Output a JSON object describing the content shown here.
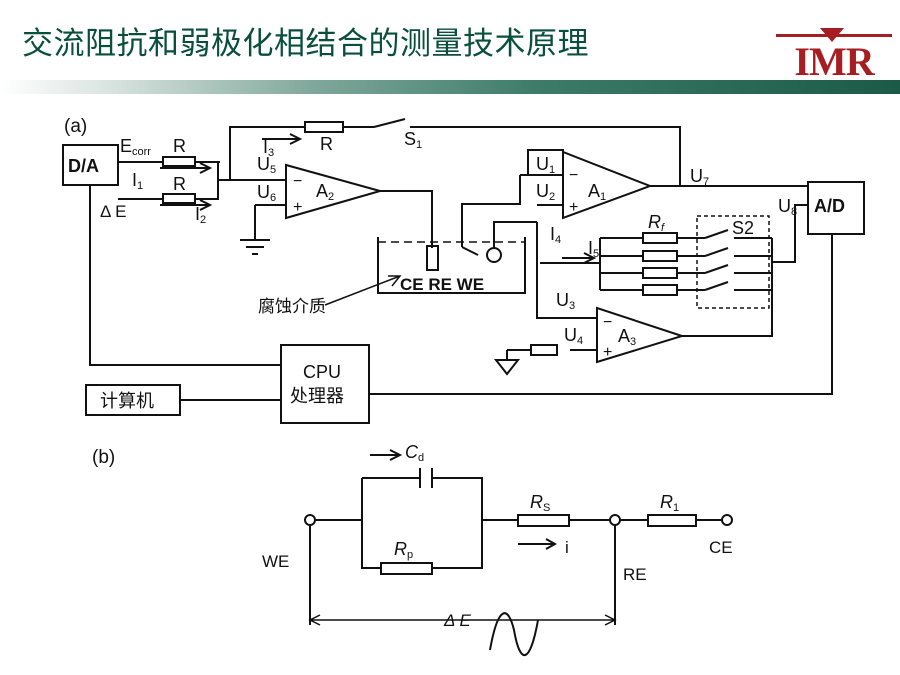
{
  "title": "交流阻抗和弱极化相结合的测量技术原理",
  "logo_text": "IMR",
  "colors": {
    "title": "#0a4f3c",
    "logo": "#a61e22",
    "band_dark": "#1b5a47"
  },
  "panel_a": {
    "label": "(a)",
    "da": "D/A",
    "ad": "A/D",
    "ecorr": "E",
    "ecorr_sub": "corr",
    "r": "R",
    "i1": "I",
    "i1_sub": "1",
    "de": "Δ E",
    "i2": "I",
    "i2_sub": "2",
    "i3": "I",
    "i3_sub": "3",
    "s1": "S",
    "s1_sub": "1",
    "u5": "U",
    "u5_sub": "5",
    "u6": "U",
    "u6_sub": "6",
    "a2": "A",
    "a2_sub": "2",
    "u1": "U",
    "u1_sub": "1",
    "u2": "U",
    "u2_sub": "2",
    "a1": "A",
    "a1_sub": "1",
    "u7": "U",
    "u7_sub": "7",
    "u8": "U",
    "u8_sub": "8",
    "i4": "I",
    "i4_sub": "4",
    "i5": "I",
    "i5_sub": "5",
    "rf": "R",
    "rf_sub": "f",
    "s2": "S2",
    "u3": "U",
    "u3_sub": "3",
    "u4": "U",
    "u4_sub": "4",
    "a3": "A",
    "a3_sub": "3",
    "electrodes": "CE RE WE",
    "medium": "腐蚀介质",
    "cpu_line1": "CPU",
    "cpu_line2": "处理器",
    "computer": "计算机",
    "minus": "−",
    "plus": "+"
  },
  "panel_b": {
    "label": "(b)",
    "cd": "C",
    "cd_sub": "d",
    "rp": "R",
    "rp_sub": "p",
    "rs": "R",
    "rs_sub": "S",
    "r1": "R",
    "r1_sub": "1",
    "i": "i",
    "we": "WE",
    "re": "RE",
    "ce": "CE",
    "de": "Δ E"
  }
}
